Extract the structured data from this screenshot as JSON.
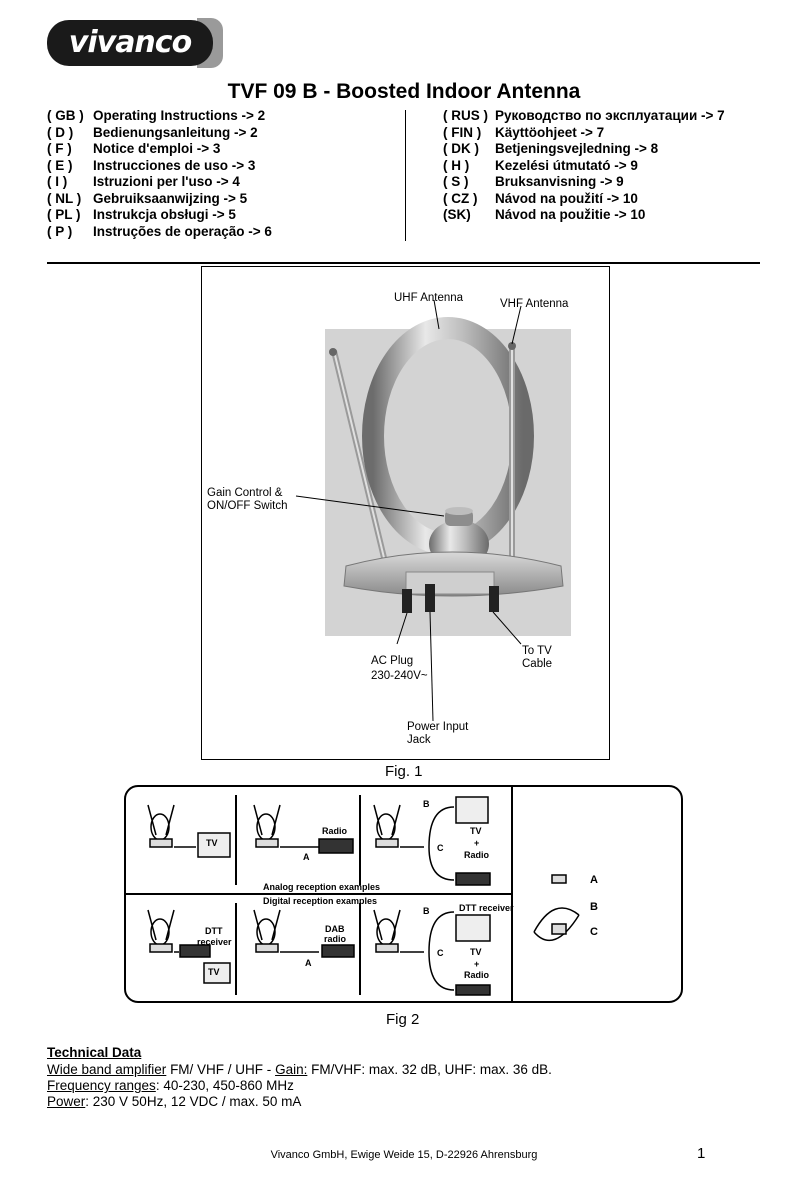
{
  "logo": {
    "text": "vivanco"
  },
  "title": "TVF 09 B - Boosted Indoor Antenna",
  "languages_left": [
    {
      "code": "( GB )",
      "label": "Operating Instructions  -> 2"
    },
    {
      "code": "( D )",
      "label": "Bedienungsanleitung  -> 2"
    },
    {
      "code": "( F )",
      "label": "Notice d'emploi  -> 3"
    },
    {
      "code": "( E )",
      "label": "Instrucciones de uso  -> 3"
    },
    {
      "code": "( I )",
      "label": "Istruzioni per l'uso  -> 4"
    },
    {
      "code": "( NL )",
      "label": "Gebruiksaanwijzing  -> 5"
    },
    {
      "code": "( PL )",
      "label": "Instrukcja obsługi  -> 5"
    },
    {
      "code": "( P )",
      "label": "Instruções de operação  -> 6"
    }
  ],
  "languages_right": [
    {
      "code": "( RUS )",
      "label": "Руководство по эксплуатации  -> 7"
    },
    {
      "code": "( FIN )",
      "label": "Käyttöohjeet  -> 7"
    },
    {
      "code": "( DK )",
      "label": "Betjeningsvejledning  -> 8"
    },
    {
      "code": "( H )",
      "label": "Kezelési útmutató  -> 9"
    },
    {
      "code": "( S )",
      "label": "Bruksanvisning -> 9"
    },
    {
      "code": "( CZ )",
      "label": "Návod na použití -> 10"
    },
    {
      "code": "(SK)",
      "label": "Návod na použitie -> 10"
    }
  ],
  "fig1": {
    "uhf": "UHF Antenna",
    "vhf": "VHF Antenna",
    "gain_1": "Gain  Control &",
    "gain_2": "ON/OFF  Switch",
    "ac_1": "AC Plug",
    "ac_2": "230-240V~",
    "tv_1": "To  TV",
    "tv_2": "Cable",
    "pwr_1": "Power Input",
    "pwr_2": "Jack",
    "caption": "Fig. 1"
  },
  "fig2": {
    "tv": "TV",
    "radio": "Radio",
    "a": "A",
    "b": "B",
    "c": "C",
    "tv_plus_radio_1": "TV",
    "tv_plus_radio_2": "+",
    "tv_plus_radio_3": "Radio",
    "analog": "Analog reception examples",
    "digital": "Digital reception examples",
    "dtt_1": "DTT",
    "dtt_2": "receiver",
    "dab_1": "DAB",
    "dab_2": "radio",
    "dtt_receiver": "DTT receiver",
    "caption": "Fig 2"
  },
  "tech": {
    "title": "Technical Data",
    "wb_label": "Wide band amplifier",
    "wb_value": " FM/ VHF / UHF - ",
    "gain_label": "Gain:",
    "gain_value": " FM/VHF: max. 32 dB, UHF: max. 36 dB.",
    "freq_label": "Frequency ranges",
    "freq_value": ": 40-230, 450-860 MHz",
    "power_label": "Power",
    "power_value": ": 230 V 50Hz, 12 VDC / max. 50 mA"
  },
  "footer": {
    "address": "Vivanco GmbH, Ewige Weide 15, D-22926 Ahrensburg",
    "page": "1"
  }
}
